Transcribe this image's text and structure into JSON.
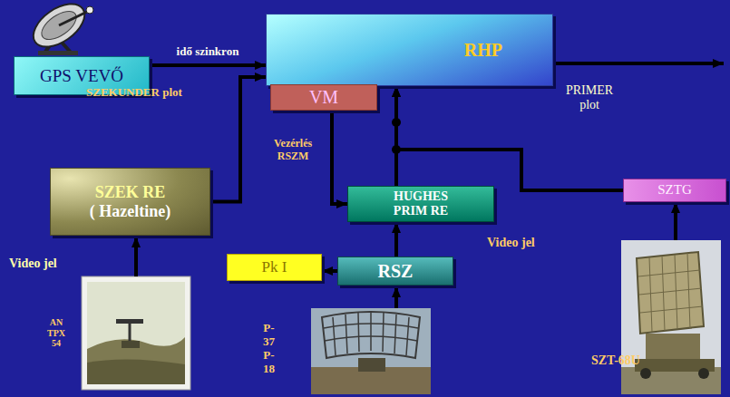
{
  "diagram": {
    "nodes": [
      {
        "text": [
          "GPS VEVŐ"
        ]
      },
      {
        "text": [
          "RHP"
        ]
      },
      {
        "text": [
          "VM"
        ],
        "in": 1
      },
      {
        "text": [
          "SZEK RE",
          "( Hazeltine)"
        ]
      },
      {
        "text": [
          "HUGHES PRIM RE"
        ]
      },
      {
        "text": [
          "SZTG"
        ]
      },
      {
        "text": [
          "Pk I"
        ]
      },
      {
        "text": [
          "RSZ"
        ]
      }
    ],
    "edges": [
      {
        "from": 0,
        "to": 1,
        "arrow": "to",
        "label": "idő szinkron"
      },
      {
        "from": 3,
        "to": 1,
        "arrow": "to"
      },
      {
        "from": 2,
        "to": 4,
        "arrow": "to"
      },
      {
        "from": 4,
        "to": 1,
        "arrow": "to"
      },
      {
        "from": 5,
        "to": 1,
        "arrow": "to"
      },
      {
        "from": 7,
        "to": 4,
        "arrow": "to"
      },
      {
        "from": 7,
        "to": 6,
        "arrow": "to"
      }
    ],
    "labels": [
      "SZEKUNDER plot",
      "PRIMER plot",
      "Vezérlés RSZM",
      "Video jel",
      "Video jel",
      "AN TPX 54",
      "P-37 P-18",
      "SZT-68U"
    ]
  }
}
